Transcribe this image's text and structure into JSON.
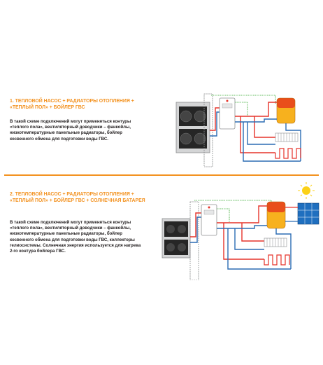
{
  "section1": {
    "title_line1": "1. ТЕПЛОВОЙ НАСОС + РАДИАТОРЫ ОТОПЛЕНИЯ +",
    "title_line2": "«ТЕПЛЫЙ ПОЛ» + БОЙЛЕР ГВС",
    "body_lines": [
      "В такой схеме подключений могут применяться контуры",
      "«теплого пола», вентиляторный доводчики – фанкойлы,",
      "низкотемпературные панельные радиаторы, бойлер",
      "косвенного обмена для подготовки воды ГВС."
    ]
  },
  "section2": {
    "title_line1": "2. ТЕПЛОВОЙ НАСОС + РАДИАТОРЫ ОТОПЛЕНИЯ +",
    "title_line2": "«ТЕПЛЫЙ ПОЛ» + БОЙЛЕР ГВС + СОЛНЕЧНАЯ БАТАРЕЯ",
    "body_lines": [
      "В такой схеме подключений могут применяться контуры",
      "«теплого пола», вентиляторный доводчики – фанкойлы,",
      "низкотемпературные панельные радиаторы, бойлер",
      "косвенного обмена для подготовки воды ГВС, коллекторы",
      "гелиосистемы. Солнечная энергия используется для нагрева",
      "2-го контура бойлера ГВС."
    ]
  },
  "colors": {
    "accent": "#f39220",
    "hot_pipe": "#e6332a",
    "cold_pipe": "#2b6cb4",
    "signal": "#3aaa35",
    "tank_top": "#e94e1b",
    "tank_bottom": "#f7b11e",
    "sun": "#fcd116",
    "solar_panel": "#1f6fbf"
  },
  "icons": {
    "outdoor_unit": "heat-pump-outdoor-unit",
    "indoor_unit": "hydro-module",
    "boiler": "dhw-boiler-tank",
    "radiator": "panel-radiator",
    "floor": "underfloor-heating-coil",
    "sun": "sun-icon",
    "panel": "solar-collector"
  }
}
